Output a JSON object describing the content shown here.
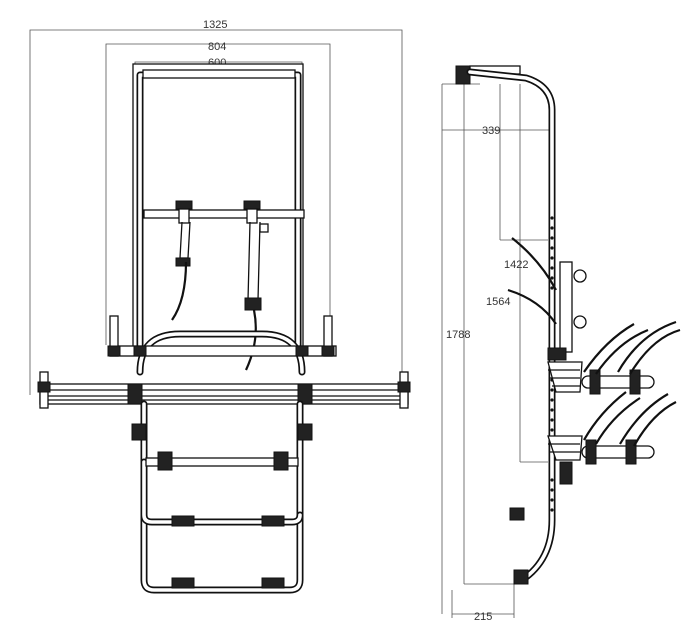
{
  "front_view": {
    "dim_overall_width": "1325",
    "dim_outer_frame_width": "804",
    "dim_inner_frame_width": "600"
  },
  "side_view": {
    "dim_depth_top": "339",
    "dim_height_upper": "1422",
    "dim_height_mid": "1564",
    "dim_height_total": "1788",
    "dim_depth_bottom": "215"
  }
}
